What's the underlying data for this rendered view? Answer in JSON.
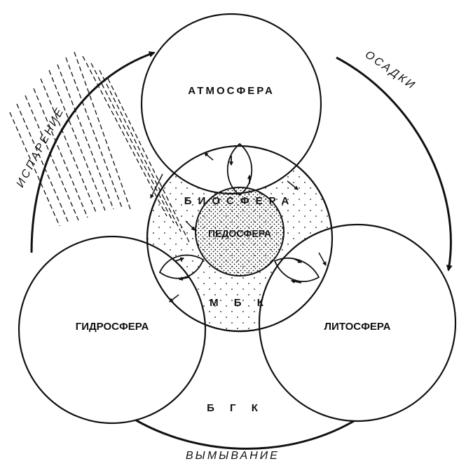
{
  "spheres": {
    "atmosphere": "АТМОСФЕРА",
    "biosphere": "БИОСФЕРА",
    "pedosphere": "ПЕДОСФЕРА",
    "hydrosphere": "ГИДРОСФЕРА",
    "lithosphere": "ЛИТОСФЕРА"
  },
  "cycles": {
    "small_cycle": "М Б К",
    "great_cycle": "Б Г К"
  },
  "flows": {
    "evaporation": "ИСПАРЕНИЕ",
    "precipitation": "ОСАДКИ",
    "leaching": "ВЫМЫВАНИЕ"
  },
  "colors": {
    "ink": "#111111",
    "background": "#ffffff"
  }
}
